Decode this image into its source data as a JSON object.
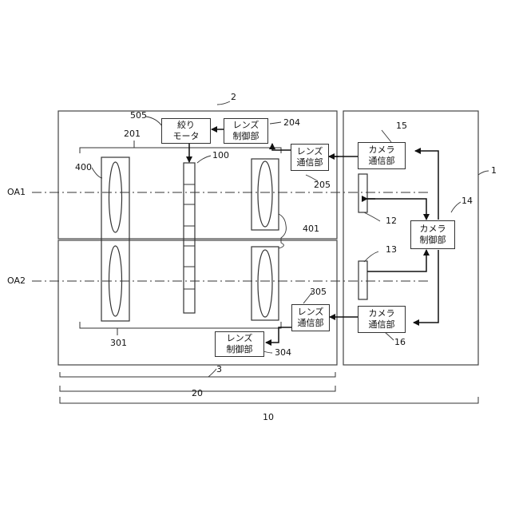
{
  "blocks": {
    "diaphragm_motor": [
      "絞り",
      "モータ"
    ],
    "lens_ctrl_top": [
      "レンズ",
      "制御部"
    ],
    "lens_comm_top": [
      "レンズ",
      "通信部"
    ],
    "camera_comm_top": [
      "カメラ",
      "通信部"
    ],
    "camera_ctrl": [
      "カメラ",
      "制御部"
    ],
    "lens_comm_bottom": [
      "レンズ",
      "通信部"
    ],
    "camera_comm_bottom": [
      "カメラ",
      "通信部"
    ],
    "lens_ctrl_bottom": [
      "レンズ",
      "制御部"
    ]
  },
  "refs": {
    "r2": "2",
    "r505": "505",
    "r204": "204",
    "r201": "201",
    "r100": "100",
    "r400": "400",
    "r205": "205",
    "r15": "15",
    "r1": "1",
    "r14": "14",
    "r12": "12",
    "r401": "401",
    "r13": "13",
    "r305": "305",
    "r16": "16",
    "r301": "301",
    "r304": "304",
    "r3": "3",
    "r20": "20",
    "r10": "10"
  },
  "axes": {
    "oa1": "OA1",
    "oa2": "OA2"
  }
}
